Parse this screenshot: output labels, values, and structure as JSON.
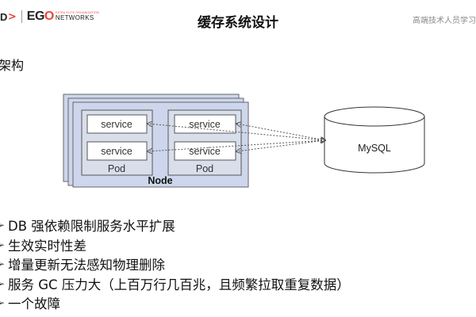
{
  "header": {
    "logo_left": "D",
    "logo_arrow": ">",
    "logo_ego_prefix": "EG",
    "logo_ego_o": "O",
    "logo_tagline": "EXTRA ELITE ORGANIZATION",
    "logo_networks": "NETWORKS",
    "title": "缓存系统设计",
    "corner_text": "高端技术人员学习"
  },
  "section_heading": "架构",
  "diagram": {
    "pods": [
      {
        "services": [
          "service",
          "service"
        ],
        "label": "Pod"
      },
      {
        "services": [
          "service",
          "service"
        ],
        "label": "Pod"
      }
    ],
    "node_label": "Node",
    "database_label": "MySQL"
  },
  "bullets": [
    "DB 强依赖限制服务水平扩展",
    "生效实时性差",
    "增量更新无法感知物理删除",
    "服务 GC 压力大（上百万行几百兆，且频繁拉取重复数据）",
    "一个故障"
  ]
}
